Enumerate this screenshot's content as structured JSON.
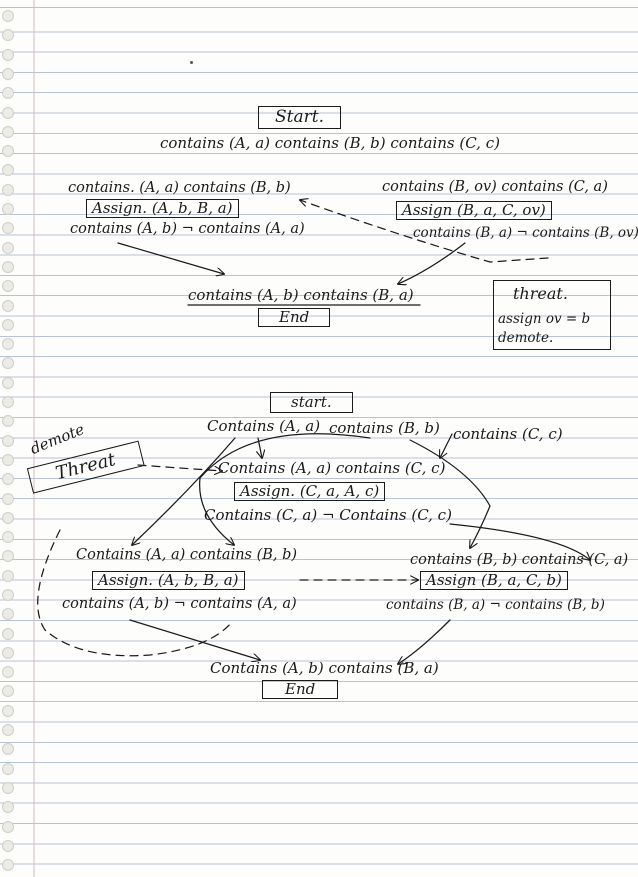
{
  "upper": {
    "start": "Start.",
    "init_state": "contains (A, a)  contains (B, b)  contains (C, c)",
    "left_pre": "contains. (A, a)  contains (B, b)",
    "left_action": "Assign. (A, b, B, a)",
    "left_post": "contains (A, b)  ¬ contains (A, a)",
    "right_pre": "contains (B, ov)  contains (C, a)",
    "right_action": "Assign (B, a, C, ov)",
    "right_post": "contains (B, a)  ¬ contains (B, ov)",
    "goal": "contains (A, b)  contains (B, a)",
    "end": "End",
    "threat_title": "threat.",
    "threat_line1": "assign ov = b",
    "threat_line2": "demote."
  },
  "lower": {
    "start": "start.",
    "init_a": "Contains (A, a)",
    "init_b": "contains (B, b)",
    "init_c": "contains (C, c)",
    "demote": "demote",
    "threat": "Threat",
    "mid_pre": "Contains (A, a)  contains (C, c)",
    "mid_action": "Assign. (C, a, A, c)",
    "mid_post": "Contains (C, a)  ¬ Contains (C, c)",
    "left_pre": "Contains (A, a)  contains (B, b)",
    "left_action": "Assign. (A, b, B, a)",
    "left_post": "contains (A, b)  ¬ contains (A, a)",
    "right_pre": "contains (B, b)  contains (C, a)",
    "right_action": "Assign (B, a, C, b)",
    "right_post": "contains (B, a)  ¬ contains (B, b)",
    "goal": "Contains (A, b)  contains (B, a)",
    "end": "End"
  },
  "colors": {
    "ink": "#1b1b1b",
    "paper": "#fdfdfb",
    "rule_line": "#b9c3d6",
    "margin_line": "#d9b9bd"
  },
  "icons": {
    "binder_hole": "binder-hole-icon"
  }
}
